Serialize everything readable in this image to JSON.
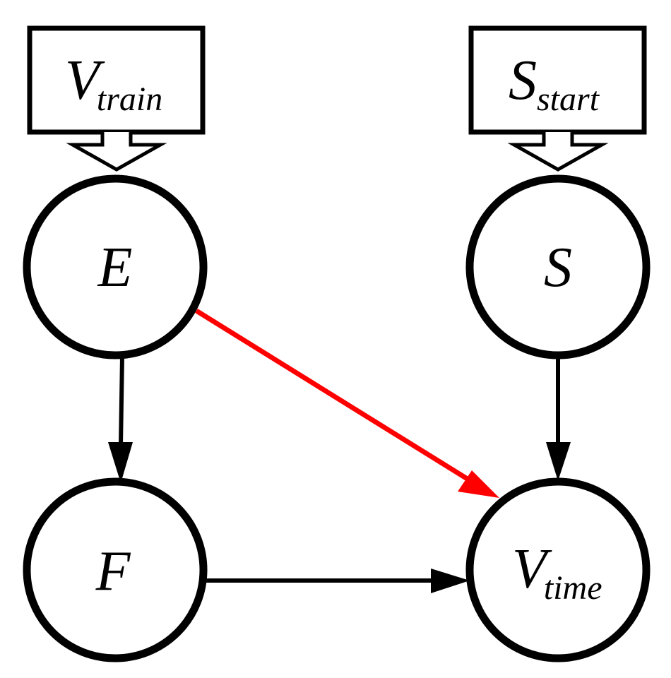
{
  "colors": {
    "stroke": "#000000",
    "highlight_arrow": "#ff0000",
    "background": "#ffffff"
  },
  "inputs": {
    "v_train": {
      "main": "V",
      "sub": "train"
    },
    "s_start": {
      "main": "S",
      "sub": "start"
    }
  },
  "nodes": {
    "e": {
      "main": "E"
    },
    "s": {
      "main": "S"
    },
    "f": {
      "main": "F"
    },
    "v_time": {
      "main": "V",
      "sub": "time"
    }
  },
  "edges": [
    {
      "from": "E",
      "to": "F",
      "color": "#000000"
    },
    {
      "from": "E",
      "to": "V_time",
      "color": "#ff0000"
    },
    {
      "from": "S",
      "to": "V_time",
      "color": "#000000"
    },
    {
      "from": "F",
      "to": "V_time",
      "color": "#000000"
    }
  ]
}
